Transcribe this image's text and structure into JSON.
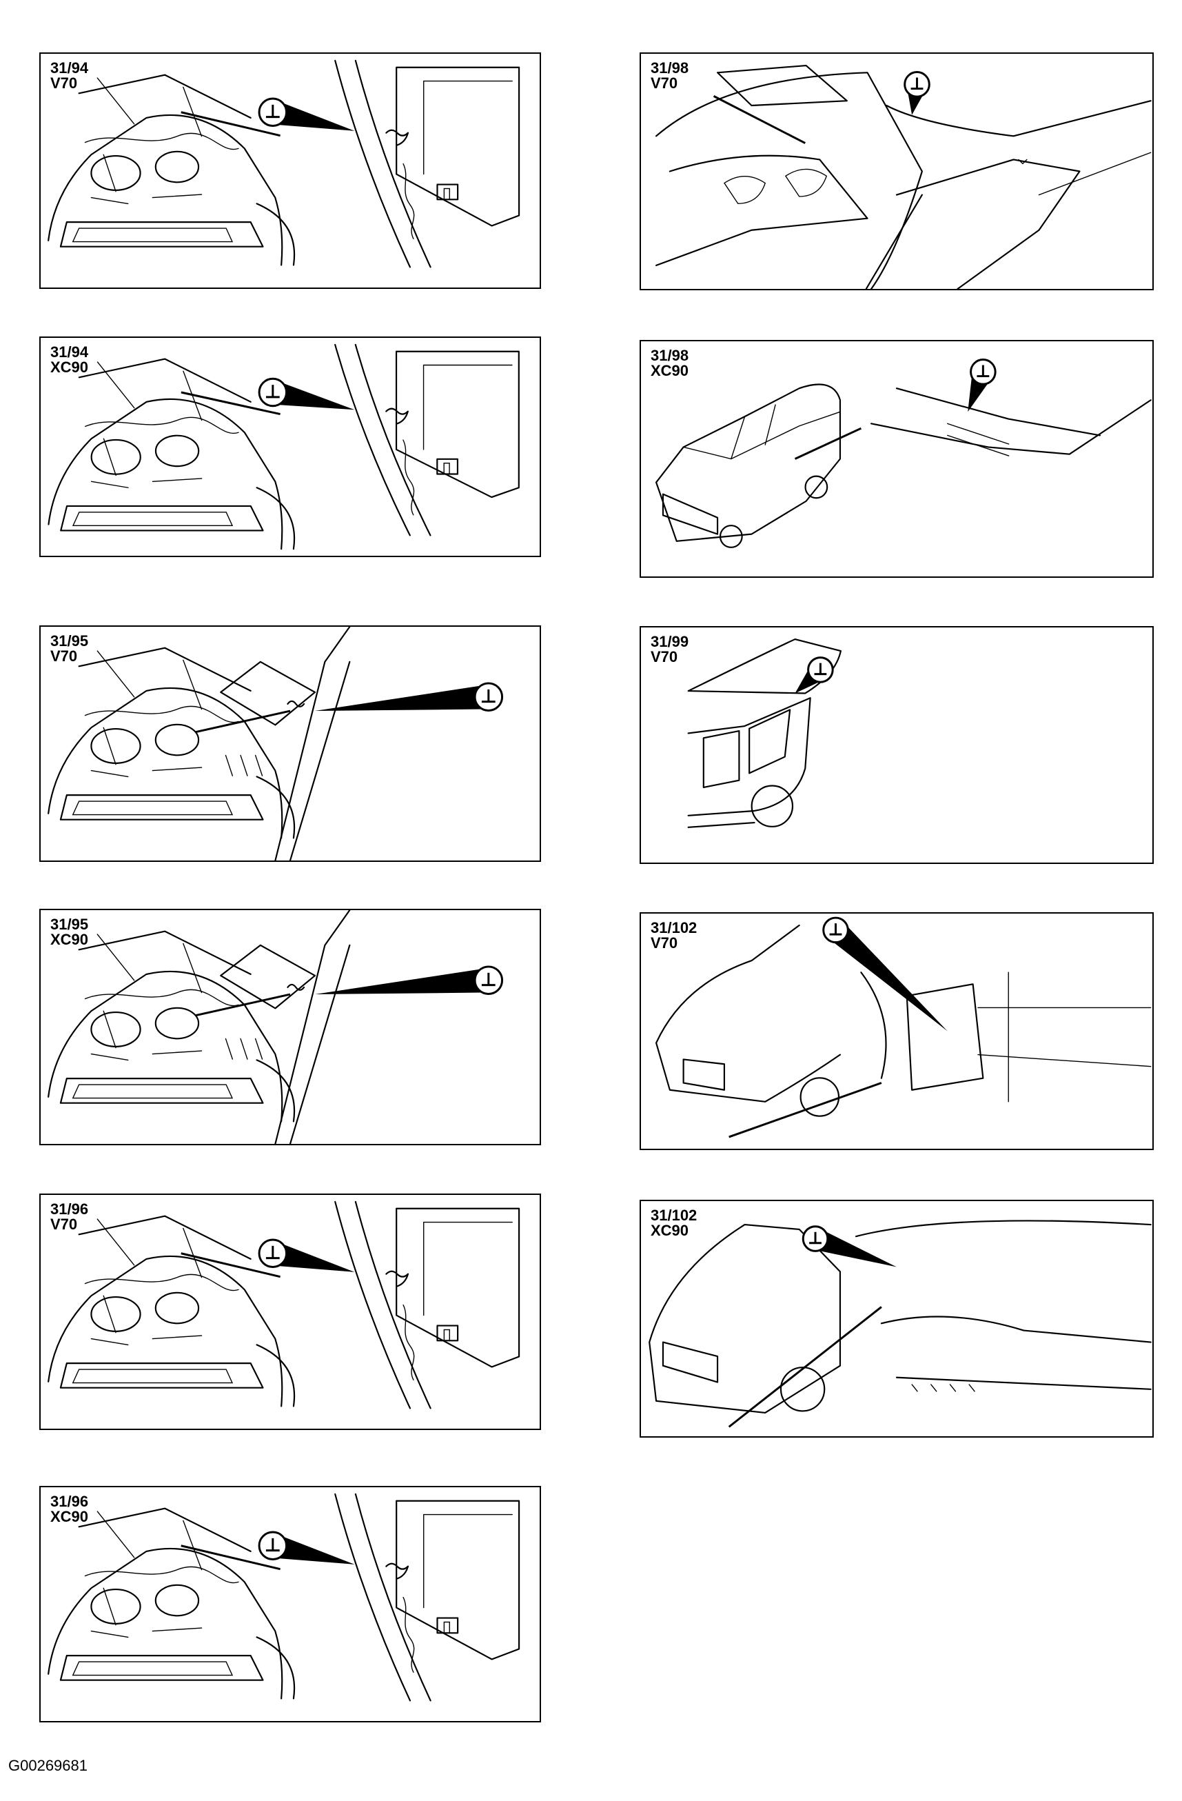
{
  "panels": [
    {
      "code": "31/94",
      "model": "V70",
      "scene": "engine"
    },
    {
      "code": "31/94",
      "model": "XC90",
      "scene": "engine"
    },
    {
      "code": "31/95",
      "model": "V70",
      "scene": "engine-fusebox"
    },
    {
      "code": "31/95",
      "model": "XC90",
      "scene": "engine-fusebox"
    },
    {
      "code": "31/96",
      "model": "V70",
      "scene": "engine"
    },
    {
      "code": "31/96",
      "model": "XC90",
      "scene": "engine"
    },
    {
      "code": "31/98",
      "model": "V70",
      "scene": "roof-interior"
    },
    {
      "code": "31/98",
      "model": "XC90",
      "scene": "suv-cowl"
    },
    {
      "code": "31/99",
      "model": "V70",
      "scene": "wagon-side"
    },
    {
      "code": "31/102",
      "model": "V70",
      "scene": "front-bracket"
    },
    {
      "code": "31/102",
      "model": "XC90",
      "scene": "suv-front-wheelhouse"
    }
  ],
  "figure_id": "G00269681",
  "icons": {
    "ground": "ground-symbol-icon"
  }
}
